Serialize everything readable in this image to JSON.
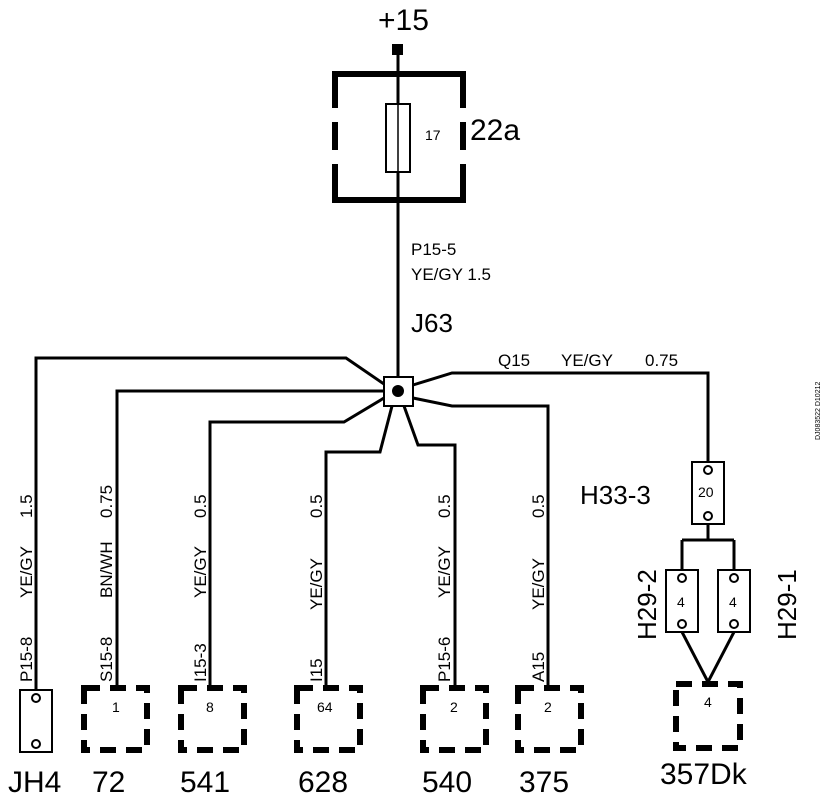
{
  "supply": {
    "label": "+15"
  },
  "fuse_box": {
    "id": "22a",
    "fuse_number": "17"
  },
  "feed_wire": {
    "code": "P15-5",
    "spec": "YE/GY 1.5"
  },
  "junction": {
    "id": "J63"
  },
  "branch_right": {
    "code": "Q15",
    "color": "YE/GY",
    "size": "0.75"
  },
  "wires": [
    {
      "code": "P15-8",
      "color": "YE/GY",
      "size": "1.5"
    },
    {
      "code": "S15-8",
      "color": "BN/WH",
      "size": "0.75"
    },
    {
      "code": "I15-3",
      "color": "YE/GY",
      "size": "0.5"
    },
    {
      "code": "I15",
      "color": "YE/GY",
      "size": "0.5"
    },
    {
      "code": "P15-6",
      "color": "YE/GY",
      "size": "0.5"
    },
    {
      "code": "A15",
      "color": "YE/GY",
      "size": "0.5"
    }
  ],
  "connectors": [
    {
      "id": "JH4",
      "pin": ""
    },
    {
      "id": "72",
      "pin": "1"
    },
    {
      "id": "541",
      "pin": "8"
    },
    {
      "id": "628",
      "pin": "64"
    },
    {
      "id": "540",
      "pin": "2"
    },
    {
      "id": "375",
      "pin": "2"
    }
  ],
  "h33": {
    "id": "H33-3",
    "pin": "20"
  },
  "h29_2": {
    "id": "H29-2",
    "pin": "4"
  },
  "h29_1": {
    "id": "H29-1",
    "pin": "4"
  },
  "c357": {
    "id": "357Dk",
    "pin": "4"
  },
  "doc_ref": "DJ083522 D10212"
}
